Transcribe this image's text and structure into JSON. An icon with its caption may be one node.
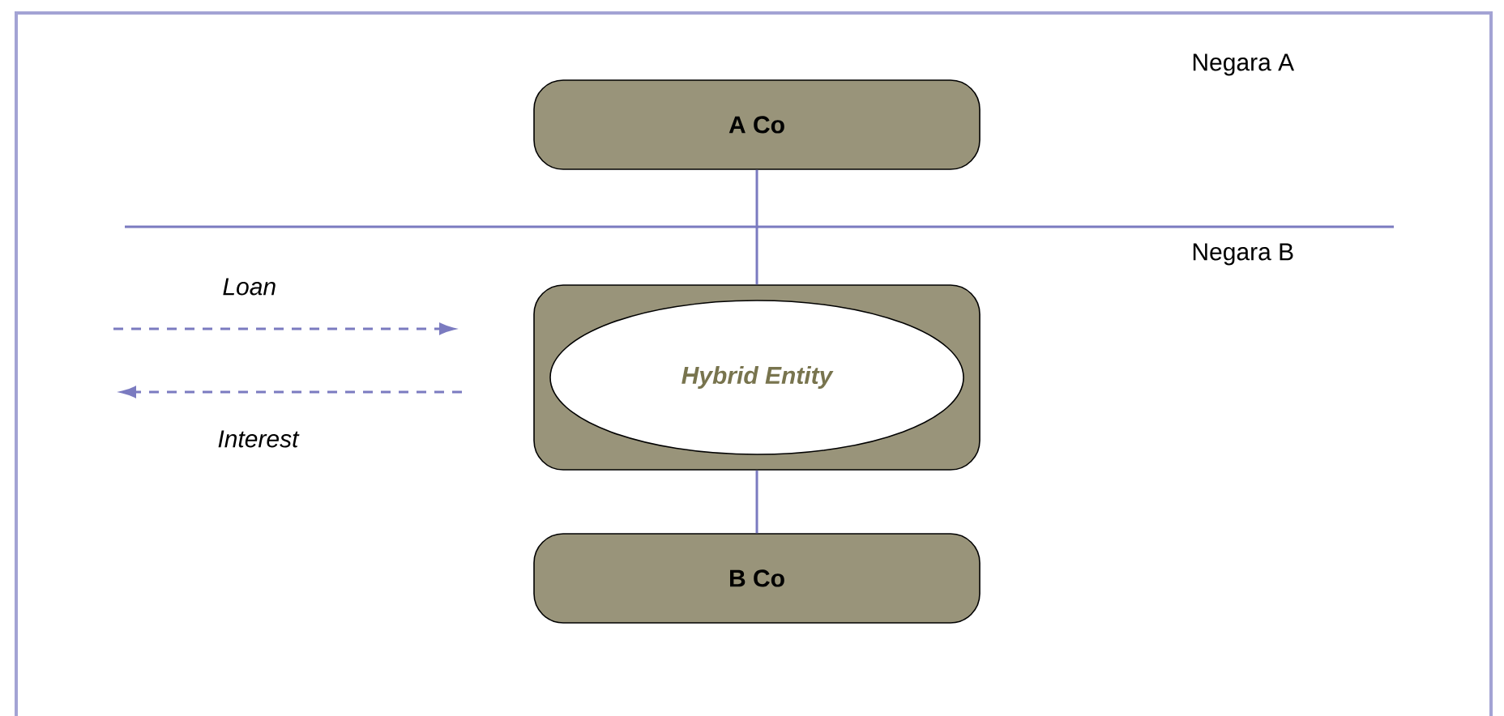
{
  "diagram": {
    "nodes": [
      {
        "text": [
          "A Co"
        ]
      },
      {
        "text": [],
        "shape": "box"
      },
      {
        "text": [
          "Hybrid Entity"
        ],
        "in": 1
      },
      {
        "text": [
          "B Co"
        ]
      }
    ],
    "edges": [
      {
        "from": 0,
        "to": 1,
        "arrow": "none"
      },
      {
        "from": 1,
        "to": 3,
        "arrow": "none"
      }
    ],
    "labels": [
      "Negara A",
      "Negara B",
      "Loan",
      "Interest"
    ]
  }
}
